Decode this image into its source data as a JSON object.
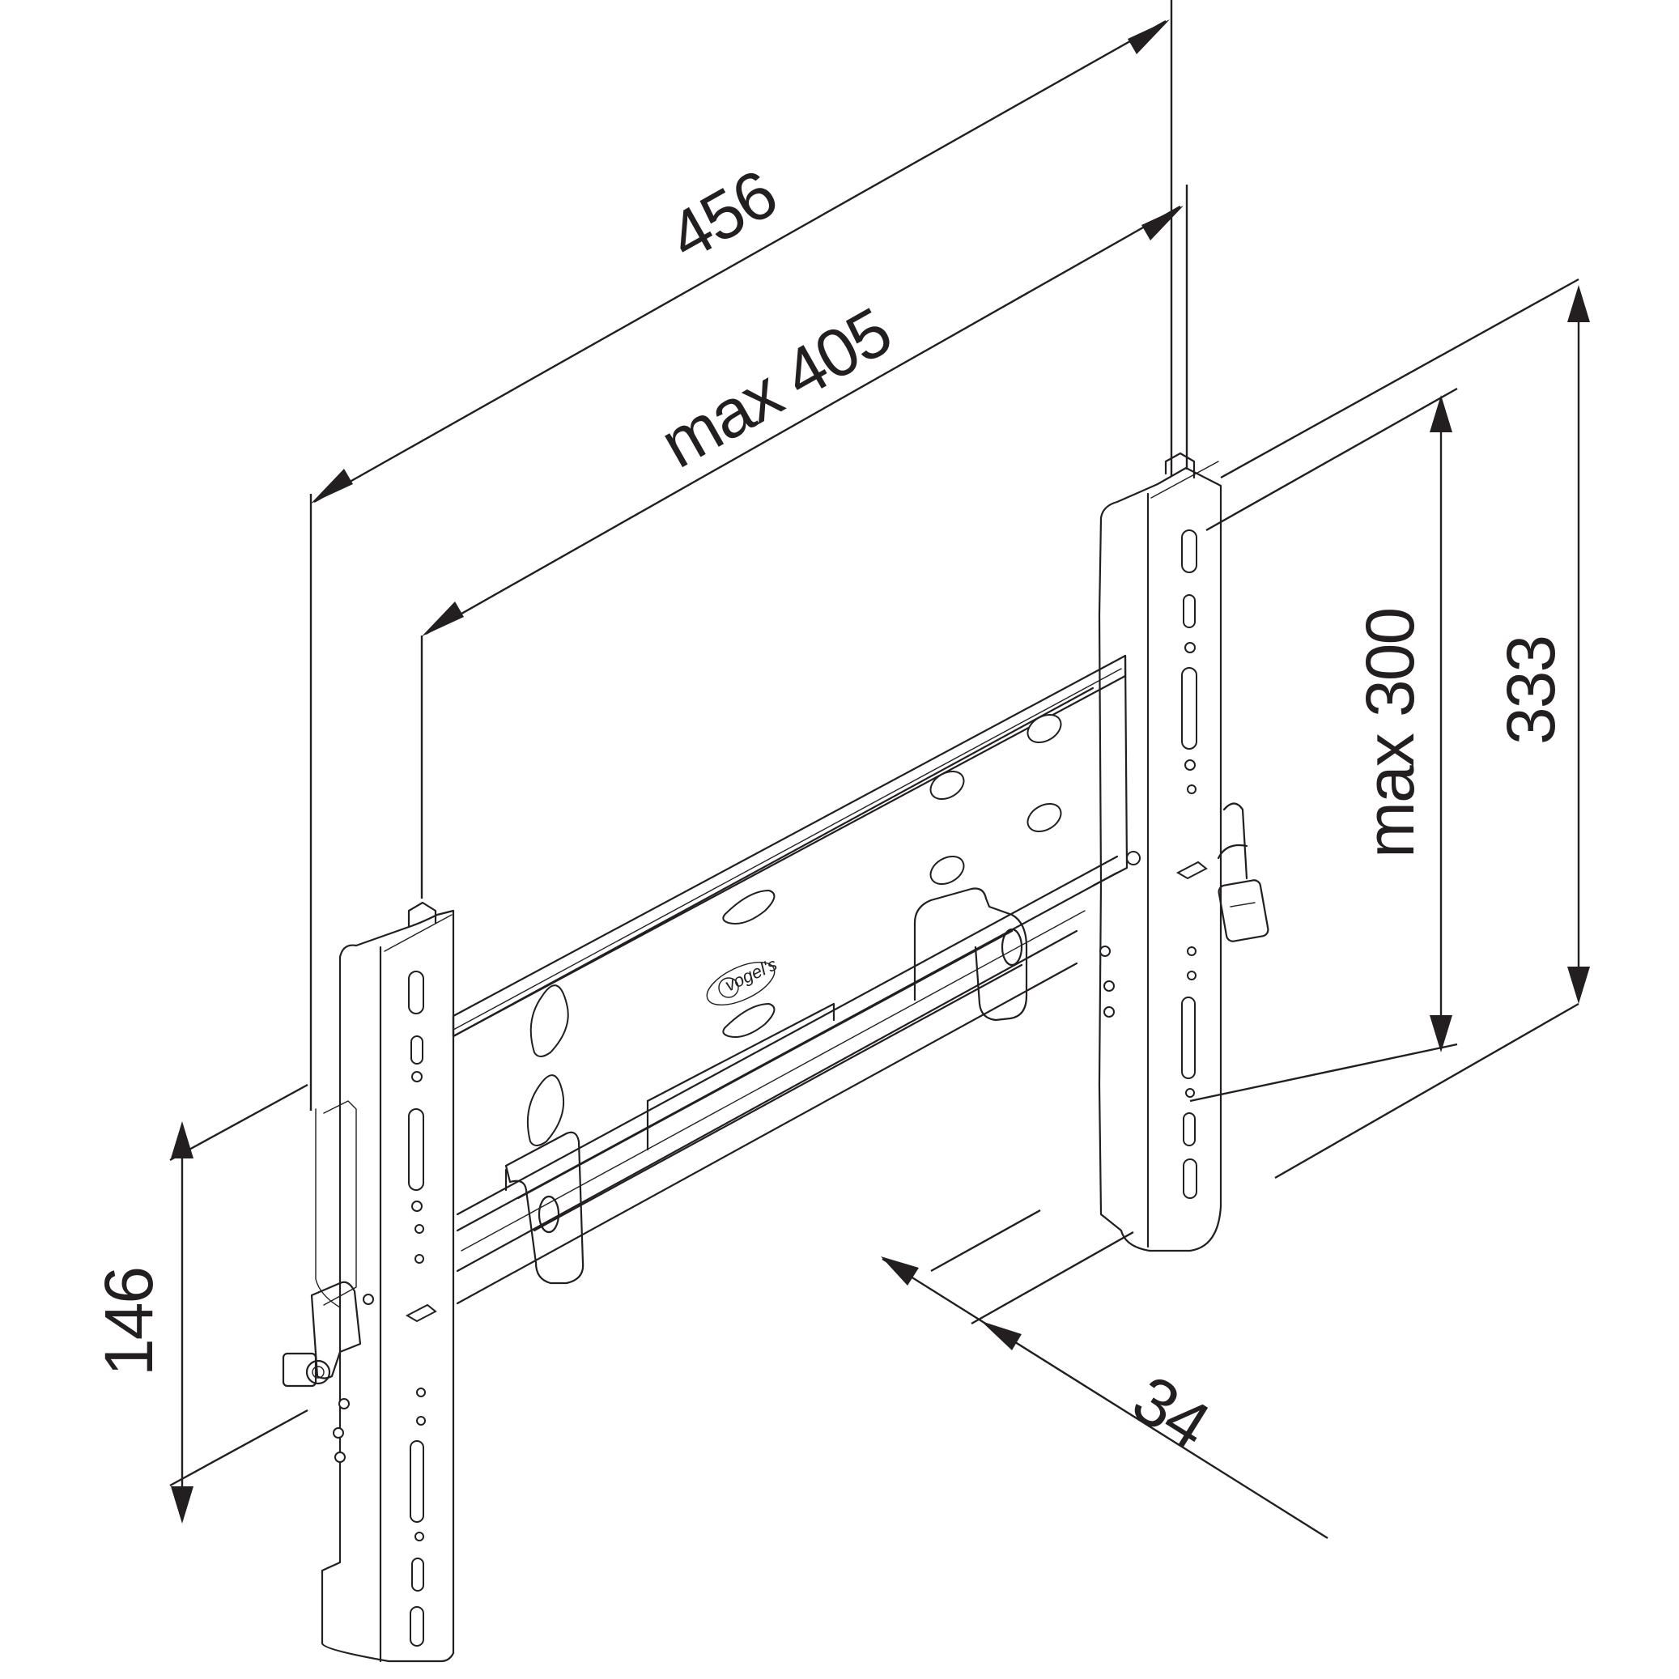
{
  "dimensions": {
    "overall_width": "456",
    "max_hole_width": "max 405",
    "overall_height": "333",
    "max_hole_height": "max 300",
    "depth": "34",
    "bottom_height": "146"
  },
  "brand": {
    "logo_text": "vogel's"
  }
}
